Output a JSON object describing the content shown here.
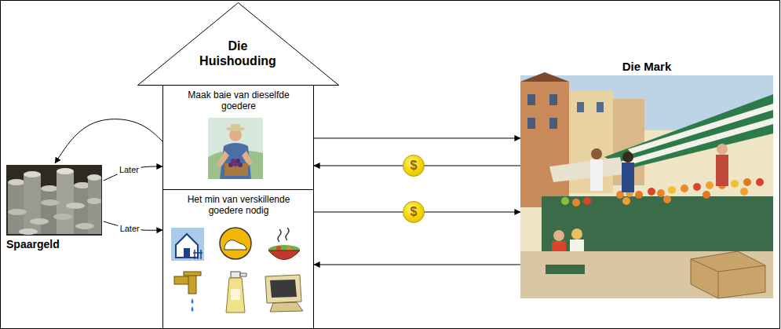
{
  "diagram": {
    "nodes": [
      {
        "text": [
          "Die Huishouding"
        ]
      },
      {
        "text": [
          "Maak baie van dieselfde goedere"
        ],
        "in": 0
      },
      {
        "text": [
          "Het min van verskillende goedere nodig"
        ],
        "in": 0
      },
      {
        "text": [
          "Spaargeld"
        ]
      },
      {
        "text": [
          "Die Mark"
        ]
      }
    ],
    "edges": [
      {
        "from": 1,
        "to": 4,
        "arrow": "to"
      },
      {
        "from": 4,
        "to": 1,
        "arrow": "to"
      },
      {
        "from": 2,
        "to": 4,
        "arrow": "to"
      },
      {
        "from": 4,
        "to": 2,
        "arrow": "to"
      },
      {
        "from": 1,
        "to": 3,
        "arrow": "to"
      },
      {
        "from": 3,
        "to": 1,
        "label": "Later",
        "arrow": "to"
      },
      {
        "from": 3,
        "to": 2,
        "label": "Later",
        "arrow": "to"
      }
    ],
    "labels": [
      "$",
      "$"
    ]
  }
}
